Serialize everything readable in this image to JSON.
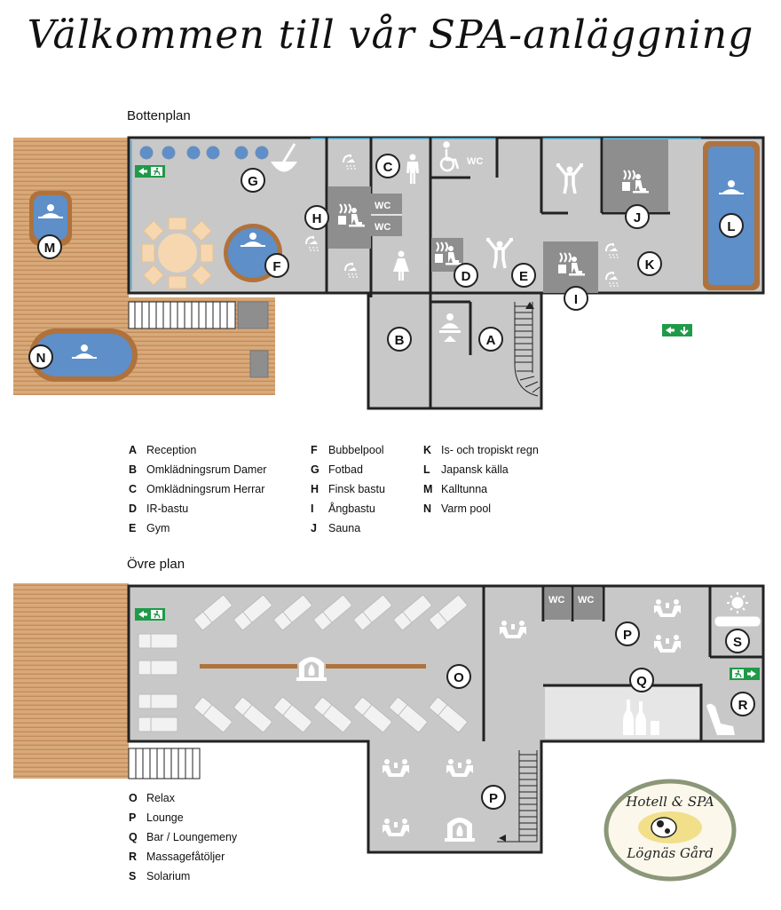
{
  "title": "Välkommen till vår SPA-anläggning",
  "floors": {
    "ground": {
      "heading": "Bottenplan",
      "legend": [
        {
          "key": "A",
          "text": "Reception"
        },
        {
          "key": "B",
          "text": "Omklädningsrum Damer"
        },
        {
          "key": "C",
          "text": "Omklädningsrum Herrar"
        },
        {
          "key": "D",
          "text": "IR-bastu"
        },
        {
          "key": "E",
          "text": "Gym"
        },
        {
          "key": "F",
          "text": "Bubbelpool"
        },
        {
          "key": "G",
          "text": "Fotbad"
        },
        {
          "key": "H",
          "text": "Finsk bastu"
        },
        {
          "key": "I",
          "text": "Ångbastu"
        },
        {
          "key": "J",
          "text": "Sauna"
        },
        {
          "key": "K",
          "text": "Is- och tropiskt regn"
        },
        {
          "key": "L",
          "text": "Japansk källa"
        },
        {
          "key": "M",
          "text": "Kalltunna"
        },
        {
          "key": "N",
          "text": "Varm pool"
        }
      ],
      "wc_labels": [
        "WC",
        "WC",
        "WC"
      ]
    },
    "upper": {
      "heading": "Övre plan",
      "legend": [
        {
          "key": "O",
          "text": "Relax"
        },
        {
          "key": "P",
          "text": "Lounge"
        },
        {
          "key": "Q",
          "text": "Bar / Loungemeny"
        },
        {
          "key": "R",
          "text": "Massagefåtöljer"
        },
        {
          "key": "S",
          "text": "Solarium"
        }
      ],
      "wc_labels": [
        "WC",
        "WC"
      ]
    }
  },
  "colors": {
    "floor": "#c8c8c8",
    "dark_room": "#8e8e8e",
    "wall": "#222222",
    "deck": "#d7a77a",
    "water": "#5e8fc9",
    "water_rim": "#b0723c",
    "exit_green": "#1f9a48"
  },
  "logo": {
    "line1": "Hotell & SPA",
    "line2": "Lögnäs Gård"
  },
  "icons": [
    "shower-icon",
    "sauna-icon",
    "man-icon",
    "woman-icon",
    "wheelchair-icon",
    "gym-icon",
    "bath-icon",
    "exit-sign-icon",
    "lounge-chair-icon",
    "fireplace-icon",
    "bottle-icon",
    "massage-chair-icon",
    "sun-icon"
  ]
}
